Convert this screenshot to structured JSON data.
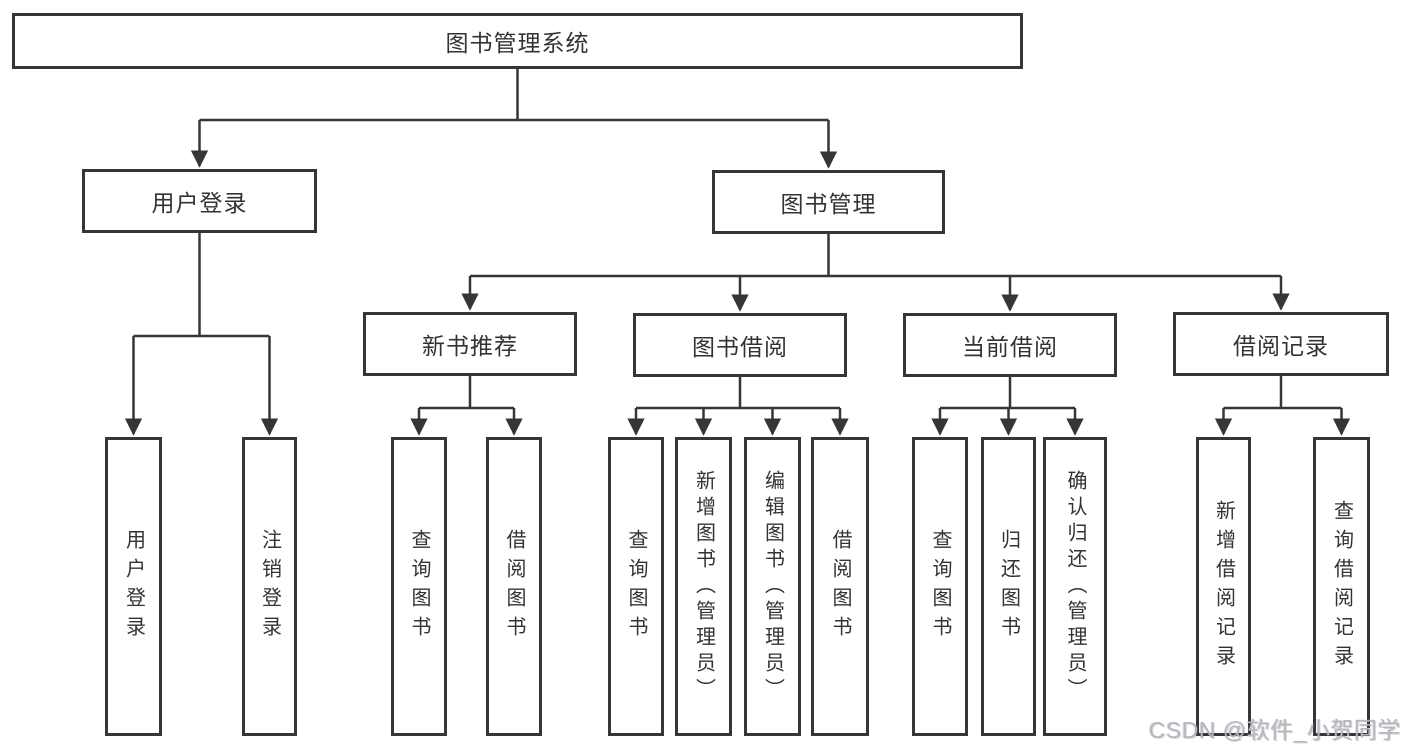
{
  "title": "图书管理系统",
  "tree": {
    "root": "图书管理系统",
    "branches": [
      {
        "label": "用户登录",
        "children": [
          "用户登录",
          "注销登录"
        ]
      },
      {
        "label": "图书管理",
        "children": [
          {
            "label": "新书推荐",
            "children": [
              "查询图书",
              "借阅图书"
            ]
          },
          {
            "label": "图书借阅",
            "children": [
              "查询图书",
              "新增图书（管理员）",
              "编辑图书（管理员）",
              "借阅图书"
            ]
          },
          {
            "label": "当前借阅",
            "children": [
              "查询图书",
              "归还图书",
              "确认归还（管理员）"
            ]
          },
          {
            "label": "借阅记录",
            "children": [
              "新增借阅记录",
              "查询借阅记录"
            ]
          }
        ]
      }
    ]
  },
  "watermark": {
    "text": "CSDN @软件_小贺同学"
  },
  "colors": {
    "line": "#363636",
    "text": "#333333",
    "background": "#ffffff",
    "watermark": "#b5b9bf"
  }
}
